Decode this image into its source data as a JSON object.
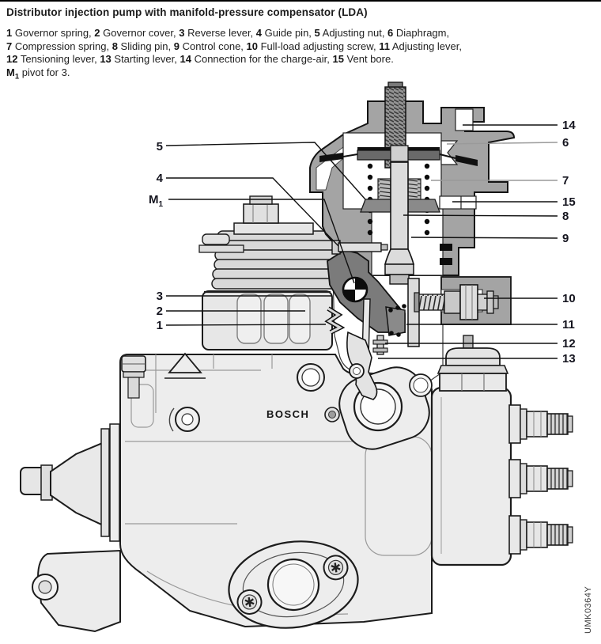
{
  "page": {
    "title": "Distributor injection pump with manifold-pressure compensator (LDA)"
  },
  "legend": {
    "items": [
      {
        "num": "1",
        "text": " Governor spring, "
      },
      {
        "num": "2",
        "text": " Governor cover, "
      },
      {
        "num": "3",
        "text": " Reverse lever, "
      },
      {
        "num": "4",
        "text": " Guide pin, "
      },
      {
        "num": "5",
        "text": " Adjusting nut, "
      },
      {
        "num": "6",
        "text": " Diaphragm,"
      },
      {
        "num": "7",
        "text": " Compression spring, "
      },
      {
        "num": "8",
        "text": " Sliding pin, "
      },
      {
        "num": "9",
        "text": " Control cone, "
      },
      {
        "num": "10",
        "text": " Full-load adjusting screw, "
      },
      {
        "num": "11",
        "text": " Adjusting lever,"
      },
      {
        "num": "12",
        "text": " Tensioning lever, "
      },
      {
        "num": "13",
        "text": " Starting lever, "
      },
      {
        "num": "14",
        "text": " Connection for the charge-air, "
      },
      {
        "num": "15",
        "text": " Vent bore."
      }
    ],
    "m1_note": {
      "base": "M",
      "sub": "1",
      "text": " pivot for 3."
    }
  },
  "callouts": {
    "m1": {
      "base": "M",
      "sub": "1"
    },
    "left": [
      {
        "label": "5"
      },
      {
        "label": "4"
      },
      {
        "label": "3"
      },
      {
        "label": "2"
      },
      {
        "label": "1"
      }
    ],
    "right": [
      {
        "label": "14"
      },
      {
        "label": "6"
      },
      {
        "label": "7"
      },
      {
        "label": "15"
      },
      {
        "label": "8"
      },
      {
        "label": "9"
      },
      {
        "label": "10"
      },
      {
        "label": "11"
      },
      {
        "label": "12"
      },
      {
        "label": "13"
      }
    ]
  },
  "diagram": {
    "brand": "BOSCH",
    "figure_code": "UMK0364Y"
  },
  "colors": {
    "housing_gray": "#a4a4a4",
    "lever_gray": "#7b7b7b",
    "body_fill": "#ededed",
    "line_ink": "#1c1c1c",
    "gray_leader": "#9a9a9a"
  }
}
